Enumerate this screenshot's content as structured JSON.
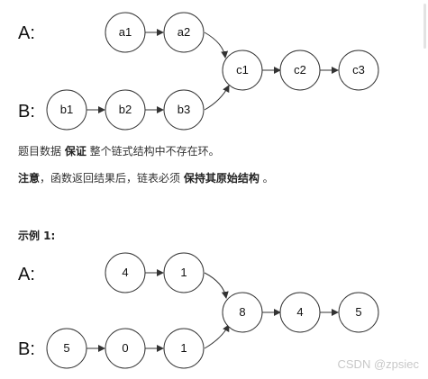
{
  "diagram1": {
    "labels": {
      "a": "A:",
      "b": "B:"
    },
    "list_a": [
      "a1",
      "a2"
    ],
    "list_b": [
      "b1",
      "b2",
      "b3"
    ],
    "shared": [
      "c1",
      "c2",
      "c3"
    ]
  },
  "text": {
    "line1_pre": "题目数据 ",
    "line1_bold": "保证",
    "line1_post": " 整个链式结构中不存在环。",
    "line2_bold1": "注意",
    "line2_mid": "，函数返回结果后，链表必须 ",
    "line2_bold2": "保持其原始结构",
    "line2_post": " 。"
  },
  "example": {
    "heading": "示例 1:"
  },
  "diagram2": {
    "labels": {
      "a": "A:",
      "b": "B:"
    },
    "list_a": [
      "4",
      "1"
    ],
    "list_b": [
      "5",
      "0",
      "1"
    ],
    "shared": [
      "8",
      "4",
      "5"
    ]
  },
  "watermark": "CSDN @zpsiec"
}
